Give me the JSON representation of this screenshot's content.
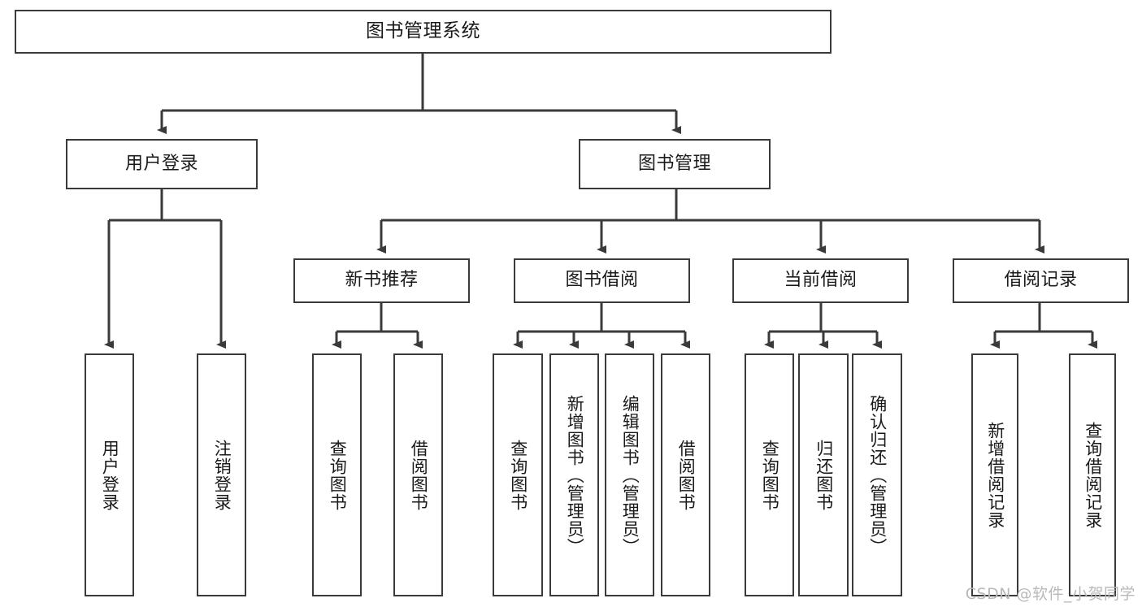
{
  "diagram": {
    "title_text": "图书管理系统",
    "watermark": "CSDN @软件_小贺同学",
    "colors": {
      "stroke": "#3a3a3a",
      "background": "#ffffff",
      "text": "#1a1a1a",
      "watermark": "#b9b9b9"
    },
    "nodes": {
      "root": {
        "label": "图书管理系统"
      },
      "level2": [
        {
          "label": "用户登录"
        },
        {
          "label": "图书管理"
        }
      ],
      "level3": [
        {
          "label": "新书推荐"
        },
        {
          "label": "图书借阅"
        },
        {
          "label": "当前借阅"
        },
        {
          "label": "借阅记录"
        }
      ],
      "leaves": {
        "user_login": [
          {
            "label": "用户登录"
          },
          {
            "label": "注销登录"
          }
        ],
        "new_book_recommend": [
          {
            "label": "查询图书"
          },
          {
            "label": "借阅图书"
          }
        ],
        "book_borrow": [
          {
            "label": "查询图书"
          },
          {
            "label": "新增图书（管理员）"
          },
          {
            "label": "编辑图书（管理员）"
          },
          {
            "label": "借阅图书"
          }
        ],
        "current_borrow": [
          {
            "label": "查询图书"
          },
          {
            "label": "归还图书"
          },
          {
            "label": "确认归还（管理员）"
          }
        ],
        "borrow_record": [
          {
            "label": "新增借阅记录"
          },
          {
            "label": "查询借阅记录"
          }
        ]
      }
    }
  }
}
